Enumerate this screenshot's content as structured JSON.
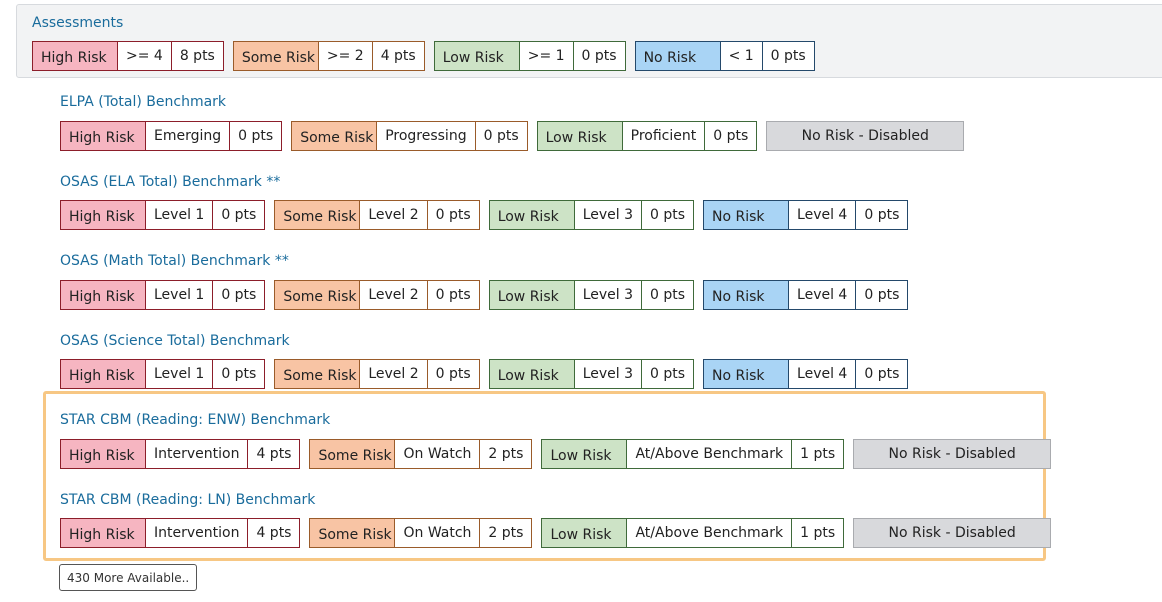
{
  "assessments_title": "Assessments",
  "legend": [
    {
      "risk": "High Risk",
      "range": ">= 4",
      "pts": "8 pts"
    },
    {
      "risk": "Some Risk",
      "range": ">= 2",
      "pts": "4 pts"
    },
    {
      "risk": "Low Risk",
      "range": ">= 1",
      "pts": "0 pts"
    },
    {
      "risk": "No Risk",
      "range": "< 1",
      "pts": "0 pts"
    }
  ],
  "benchmarks": [
    {
      "title": "ELPA (Total) Benchmark",
      "levels": [
        {
          "risk": "High Risk",
          "label": "Emerging",
          "pts": "0 pts"
        },
        {
          "risk": "Some Risk",
          "label": "Progressing",
          "pts": "0 pts"
        },
        {
          "risk": "Low Risk",
          "label": "Proficient",
          "pts": "0 pts"
        }
      ],
      "disabled": "No Risk - Disabled"
    },
    {
      "title": "OSAS (ELA Total) Benchmark **",
      "levels": [
        {
          "risk": "High Risk",
          "label": "Level 1",
          "pts": "0 pts"
        },
        {
          "risk": "Some Risk",
          "label": "Level 2",
          "pts": "0 pts"
        },
        {
          "risk": "Low Risk",
          "label": "Level 3",
          "pts": "0 pts"
        },
        {
          "risk": "No Risk",
          "label": "Level 4",
          "pts": "0 pts"
        }
      ]
    },
    {
      "title": "OSAS (Math Total) Benchmark **",
      "levels": [
        {
          "risk": "High Risk",
          "label": "Level 1",
          "pts": "0 pts"
        },
        {
          "risk": "Some Risk",
          "label": "Level 2",
          "pts": "0 pts"
        },
        {
          "risk": "Low Risk",
          "label": "Level 3",
          "pts": "0 pts"
        },
        {
          "risk": "No Risk",
          "label": "Level 4",
          "pts": "0 pts"
        }
      ]
    },
    {
      "title": "OSAS (Science Total) Benchmark",
      "levels": [
        {
          "risk": "High Risk",
          "label": "Level 1",
          "pts": "0 pts"
        },
        {
          "risk": "Some Risk",
          "label": "Level 2",
          "pts": "0 pts"
        },
        {
          "risk": "Low Risk",
          "label": "Level 3",
          "pts": "0 pts"
        },
        {
          "risk": "No Risk",
          "label": "Level 4",
          "pts": "0 pts"
        }
      ]
    },
    {
      "title": "STAR CBM (Reading: ENW) Benchmark",
      "levels": [
        {
          "risk": "High Risk",
          "label": "Intervention",
          "pts": "4 pts"
        },
        {
          "risk": "Some Risk",
          "label": "On Watch",
          "pts": "2 pts"
        },
        {
          "risk": "Low Risk",
          "label": "At/Above Benchmark",
          "pts": "1 pts"
        }
      ],
      "disabled": "No Risk - Disabled"
    },
    {
      "title": "STAR CBM (Reading: LN) Benchmark",
      "levels": [
        {
          "risk": "High Risk",
          "label": "Intervention",
          "pts": "4 pts"
        },
        {
          "risk": "Some Risk",
          "label": "On Watch",
          "pts": "2 pts"
        },
        {
          "risk": "Low Risk",
          "label": "At/Above Benchmark",
          "pts": "1 pts"
        }
      ],
      "disabled": "No Risk - Disabled"
    }
  ],
  "more_button": "430 More Available.."
}
